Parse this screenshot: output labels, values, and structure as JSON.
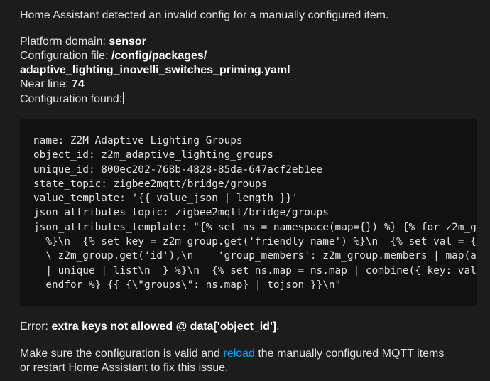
{
  "intro": "Home Assistant detected an invalid config for a manually configured item.",
  "details": {
    "platform_label": "Platform domain: ",
    "platform_value": "sensor",
    "config_file_label": "Configuration file: ",
    "config_file_value_line1": "/config/packages/",
    "config_file_value_line2": "adaptive_lighting_inovelli_switches_priming.yaml",
    "near_line_label": "Near line: ",
    "near_line_value": "74",
    "config_found_label": "Configuration found:"
  },
  "code_lines": [
    "name: Z2M Adaptive Lighting Groups",
    "object_id: z2m_adaptive_lighting_groups",
    "unique_id: 800ec202-768b-4828-85da-647acf2eb1ee",
    "state_topic: zigbee2mqtt/bridge/groups",
    "value_template: '{{ value_json | length }}'",
    "json_attributes_topic: zigbee2mqtt/bridge/groups",
    "json_attributes_template: \"{% set ns = namespace(map={}) %} {% for z2m_g",
    "  %}\\n  {% set key = z2m_group.get('friendly_name') %}\\n  {% set val = {",
    "  \\ z2m_group.get('id'),\\n    'group_members': z2m_group.members | map(a",
    "  | unique | list\\n  } %}\\n  {% set ns.map = ns.map | combine({ key: val",
    "  endfor %} {{ {\\\"groups\\\": ns.map} | tojson }}\\n\""
  ],
  "error": {
    "label": "Error: ",
    "message": "extra keys not allowed @ data['object_id']",
    "suffix": "."
  },
  "footer": {
    "text_before": "Make sure the configuration is valid and ",
    "link_text": "reload",
    "text_after_line1": " the manually configured MQTT items",
    "text_line2": "or restart Home Assistant to fix this issue."
  },
  "colors": {
    "background": "#1c1c1c",
    "code_background": "#111111",
    "text": "#e1e1e1",
    "link": "#03a9f4"
  }
}
